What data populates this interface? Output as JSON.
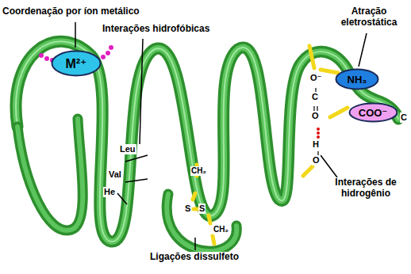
{
  "diagram": {
    "nodes": [
      {
        "text": [
          "M²⁺"
        ]
      },
      {
        "text": [
          "NH₃"
        ]
      },
      {
        "text": [
          "COO⁻"
        ]
      }
    ],
    "labels": [
      "Coordenação por íon metálico",
      "Interações hidrofóbicas",
      "Leu",
      "Val",
      "He",
      "Atração eletrostática",
      "O⁻",
      "C",
      "O",
      "H",
      "O",
      "C",
      "Interações de hidrogênio",
      "CH₂",
      "S",
      "S",
      "CH₂",
      "Ligações dissulfeto"
    ]
  }
}
